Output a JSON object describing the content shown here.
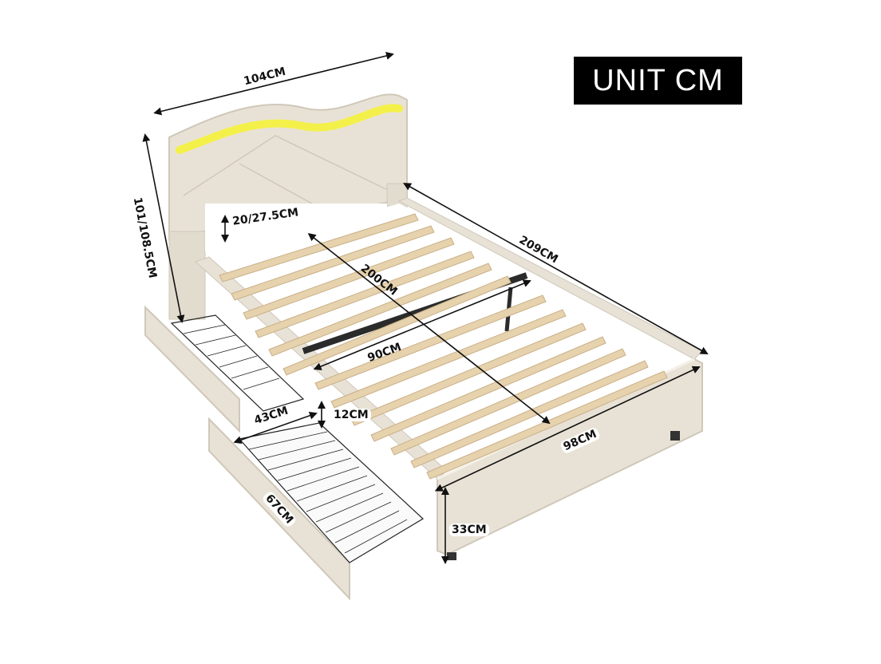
{
  "badge": {
    "label": "UNIT CM"
  },
  "colors": {
    "upholstery": "#e8e2d6",
    "upholstery_shadow": "#d3ccbd",
    "led_strip": "#f4f04a",
    "slat": "#e6d2ad",
    "slat_edge": "#c9b089",
    "metal": "#2b2b2b",
    "arrow": "#111111",
    "badge_bg": "#000000",
    "badge_text": "#ffffff"
  },
  "product": {
    "type": "upholstered bed frame with LED headboard and two storage drawers",
    "slat_count": 14,
    "drawer_count": 2
  },
  "dimensions": {
    "headboard_width": "104CM",
    "total_height": "101/108.5CM",
    "headboard_gap": "20/27.5CM",
    "total_length": "209CM",
    "mattress_length": "200CM",
    "mattress_width": "90CM",
    "total_width": "98CM",
    "frame_height": "33CM",
    "drawer_width": "43CM",
    "drawer_height": "12CM",
    "drawer_depth": "67CM"
  }
}
